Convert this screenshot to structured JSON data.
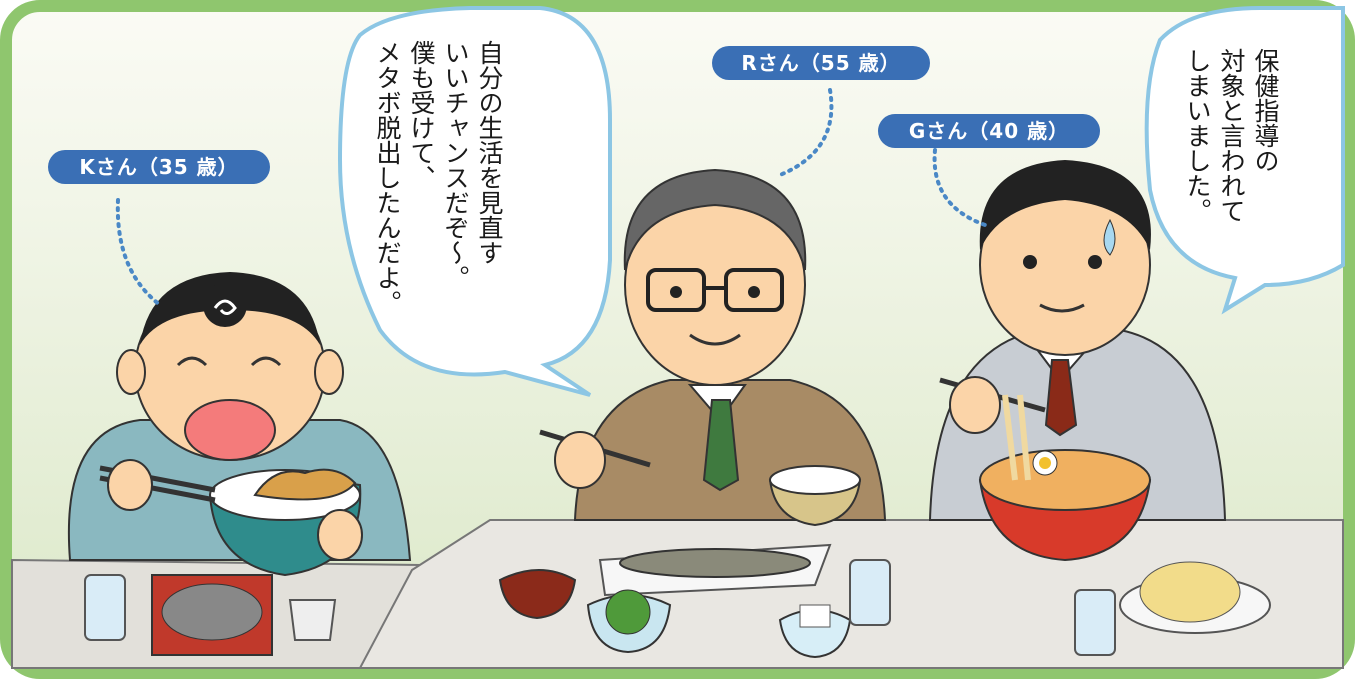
{
  "colors": {
    "frame": "#8fc66e",
    "wall_top": "#fbfbf5",
    "wall_bottom": "#dde9cc",
    "label_bg": "#3a6fb5",
    "bubble_stroke": "#8cc6e4",
    "table": "#e6e4df"
  },
  "labels": {
    "k": "Kさん（35 歳）",
    "r": "Rさん（55 歳）",
    "g": "Gさん（40 歳）"
  },
  "speech": {
    "r": "自分の生活を見直す\nいいチャンスだぞ〜。\n僕も受けて、\nメタボ脱出したんだよ。",
    "g": "保健指導の\n対象と言われて\nしまいました。"
  }
}
